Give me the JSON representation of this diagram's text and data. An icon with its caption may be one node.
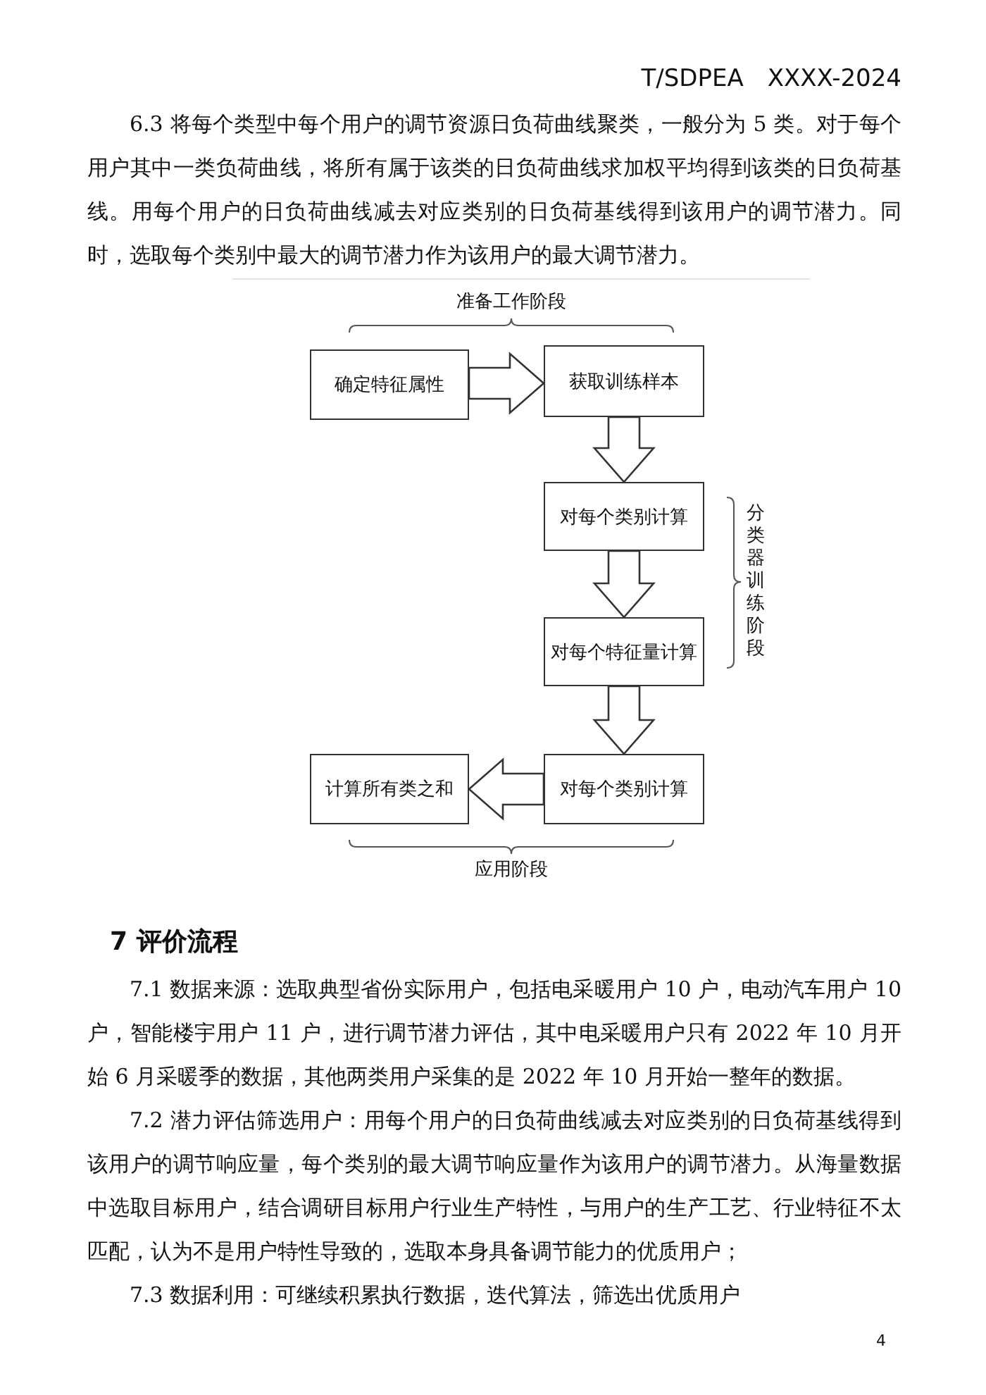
{
  "diagram": {
    "nodes": [
      {
        "text": [
          "确定特征属性"
        ]
      },
      {
        "text": [
          "获取训练样本"
        ]
      },
      {
        "text": [
          "对每个类别计算"
        ]
      },
      {
        "text": [
          "对每个特征量计算"
        ]
      },
      {
        "text": [
          "对每个类别计算"
        ]
      },
      {
        "text": [
          "计算所有类之和"
        ]
      }
    ],
    "edges": [
      {
        "from": 0,
        "to": 1,
        "arrow": "to"
      },
      {
        "from": 1,
        "to": 2,
        "arrow": "to"
      },
      {
        "from": 2,
        "to": 3,
        "arrow": "to"
      },
      {
        "from": 3,
        "to": 4,
        "arrow": "to"
      },
      {
        "from": 4,
        "to": 5,
        "arrow": "to"
      }
    ],
    "labels": [
      "T/SDPEA　XXXX-2024",
      "6.3 将每个类型中每个用户的调节资源日负荷曲线聚类，一般分为 5 类。对于每个用户其中一类负荷曲线，将所有属于该类的日负荷曲线求加权平均得到该类的日负荷基线。用每个用户的日负荷曲线减去对应类别的日负荷基线得到该用户的调节潜力。同时，选取每个类别中最大的调节潜力作为该用户的最大调节潜力。",
      "准备工作阶段",
      "分类器训练阶段",
      "应用阶段",
      "7 评价流程",
      "7.1 数据来源：选取典型省份实际用户，包括电采暖用户 10 户，电动汽车用户 10 户，智能楼宇用户 11 户，进行调节潜力评估，其中电采暖用户只有 2022 年 10 月开始 6 月采暖季的数据，其他两类用户采集的是 2022 年 10 月开始一整年的数据。",
      "7.2 潜力评估筛选用户：用每个用户的日负荷曲线减去对应类别的日负荷基线得到该用户的调节响应量，每个类别的最大调节响应量作为该用户的调节潜力。从海量数据中选取目标用户，结合调研目标用户行业生产特性，与用户的生产工艺、行业特征不太匹配，认为不是用户特性导致的，选取本身具备调节能力的优质用户；",
      "7.3 数据利用：可继续积累执行数据，迭代算法，筛选出优质用户",
      "4"
    ]
  }
}
